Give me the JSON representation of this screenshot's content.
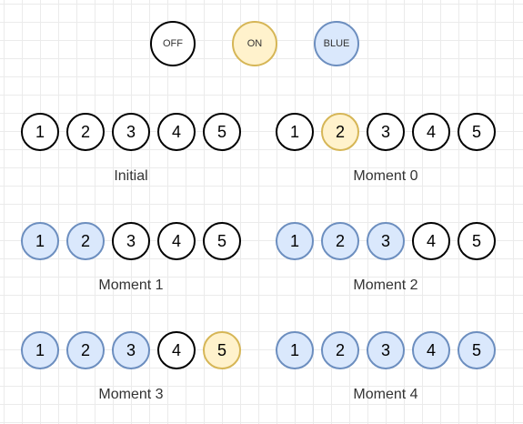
{
  "colors": {
    "off": {
      "fill": "#ffffff",
      "stroke": "#000000"
    },
    "on": {
      "fill": "#fff2cc",
      "stroke": "#d6b656"
    },
    "blue": {
      "fill": "#dae8fc",
      "stroke": "#6c8ebf"
    }
  },
  "legend": [
    {
      "label": "OFF",
      "state": "off"
    },
    {
      "label": "ON",
      "state": "on"
    },
    {
      "label": "BLUE",
      "state": "blue"
    }
  ],
  "panels": [
    {
      "caption": "Initial",
      "bulbs": [
        {
          "label": "1",
          "state": "off"
        },
        {
          "label": "2",
          "state": "off"
        },
        {
          "label": "3",
          "state": "off"
        },
        {
          "label": "4",
          "state": "off"
        },
        {
          "label": "5",
          "state": "off"
        }
      ]
    },
    {
      "caption": "Moment 0",
      "bulbs": [
        {
          "label": "1",
          "state": "off"
        },
        {
          "label": "2",
          "state": "on"
        },
        {
          "label": "3",
          "state": "off"
        },
        {
          "label": "4",
          "state": "off"
        },
        {
          "label": "5",
          "state": "off"
        }
      ]
    },
    {
      "caption": "Moment 1",
      "bulbs": [
        {
          "label": "1",
          "state": "blue"
        },
        {
          "label": "2",
          "state": "blue"
        },
        {
          "label": "3",
          "state": "off"
        },
        {
          "label": "4",
          "state": "off"
        },
        {
          "label": "5",
          "state": "off"
        }
      ]
    },
    {
      "caption": "Moment 2",
      "bulbs": [
        {
          "label": "1",
          "state": "blue"
        },
        {
          "label": "2",
          "state": "blue"
        },
        {
          "label": "3",
          "state": "blue"
        },
        {
          "label": "4",
          "state": "off"
        },
        {
          "label": "5",
          "state": "off"
        }
      ]
    },
    {
      "caption": "Moment 3",
      "bulbs": [
        {
          "label": "1",
          "state": "blue"
        },
        {
          "label": "2",
          "state": "blue"
        },
        {
          "label": "3",
          "state": "blue"
        },
        {
          "label": "4",
          "state": "off"
        },
        {
          "label": "5",
          "state": "on"
        }
      ]
    },
    {
      "caption": "Moment 4",
      "bulbs": [
        {
          "label": "1",
          "state": "blue"
        },
        {
          "label": "2",
          "state": "blue"
        },
        {
          "label": "3",
          "state": "blue"
        },
        {
          "label": "4",
          "state": "blue"
        },
        {
          "label": "5",
          "state": "blue"
        }
      ]
    }
  ]
}
